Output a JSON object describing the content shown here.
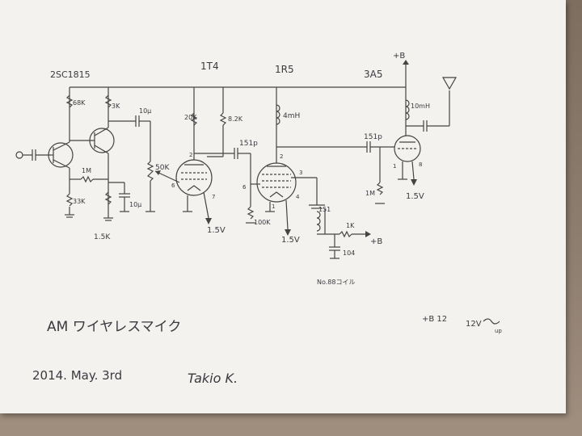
{
  "labels": {
    "transistor": "2SC1815",
    "tube1": "1T4",
    "tube2": "1R5",
    "tube3": "3A5",
    "supply_top": "+B",
    "r_68k": "68K",
    "r_3k": "3K",
    "c_10u_top": "10μ",
    "r_1m_bias": "1M",
    "r_33k": "33K",
    "r_15k": "1.5K",
    "c_10u_bottom": "10μ",
    "pot_50k": "50K",
    "r_20k": "20K",
    "r_8k": "8.2K",
    "c_151p_a": "151p",
    "l_4mh": "4mH",
    "c_151p_b": "151p",
    "l_10mh": "10mH",
    "r_1m_grid": "1M",
    "r_100k": "100K",
    "c_151": "151",
    "pot_1k": "1K",
    "c_104": "104",
    "plus_b_mid": "+B",
    "coil_note": "No.88コイル",
    "fil_1": "1.5V",
    "fil_2": "1.5V",
    "fil_3": "1.5V",
    "pin_2a": "2",
    "pin_6a": "6",
    "pin_7a": "7",
    "pin_2b": "2",
    "pin_3b": "3",
    "pin_6b": "6",
    "pin_1b": "1",
    "pin_4b": "4",
    "pin_1c": "1",
    "pin_8c": "8",
    "title": "AM ワイヤレスマイク",
    "supply_note": "+B 12",
    "supply_note2": "12V",
    "supply_note3": "up",
    "date": "2014. May. 3rd",
    "signature": "Takio K."
  }
}
